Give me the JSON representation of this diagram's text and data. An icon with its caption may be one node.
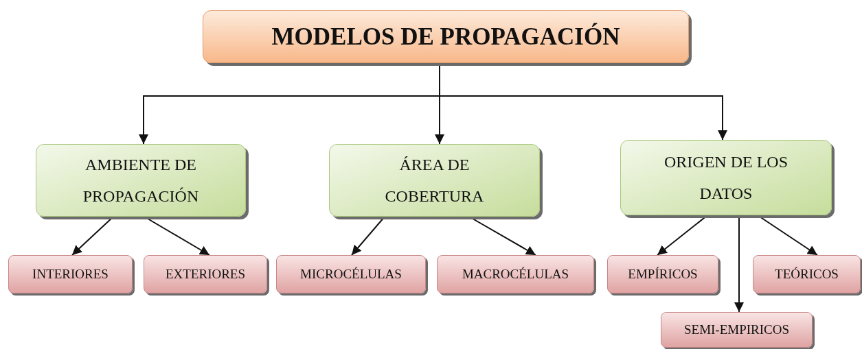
{
  "diagram": {
    "nodes": [
      {
        "text": [
          "MODELOS DE PROPAGACIÓN"
        ]
      },
      {
        "text": [
          "AMBIENTE DE PROPAGACIÓN"
        ]
      },
      {
        "text": [
          "ÁREA DE COBERTURA"
        ]
      },
      {
        "text": [
          "ORIGEN DE LOS DATOS"
        ]
      },
      {
        "text": [
          "INTERIORES"
        ]
      },
      {
        "text": [
          "EXTERIORES"
        ]
      },
      {
        "text": [
          "MICROCÉLULAS"
        ]
      },
      {
        "text": [
          "MACROCÉLULAS"
        ]
      },
      {
        "text": [
          "EMPÍRICOS"
        ]
      },
      {
        "text": [
          "TEÓRICOS"
        ]
      },
      {
        "text": [
          "SEMI-EMPIRICOS"
        ]
      }
    ],
    "edges": [
      {
        "from": 0,
        "to": 1,
        "arrow": "to"
      },
      {
        "from": 0,
        "to": 2,
        "arrow": "to"
      },
      {
        "from": 0,
        "to": 3,
        "arrow": "to"
      },
      {
        "from": 1,
        "to": 4,
        "arrow": "to"
      },
      {
        "from": 1,
        "to": 5,
        "arrow": "to"
      },
      {
        "from": 2,
        "to": 6,
        "arrow": "to"
      },
      {
        "from": 2,
        "to": 7,
        "arrow": "to"
      },
      {
        "from": 3,
        "to": 8,
        "arrow": "to"
      },
      {
        "from": 3,
        "to": 9,
        "arrow": "to"
      },
      {
        "from": 3,
        "to": 10,
        "arrow": "to"
      }
    ]
  }
}
